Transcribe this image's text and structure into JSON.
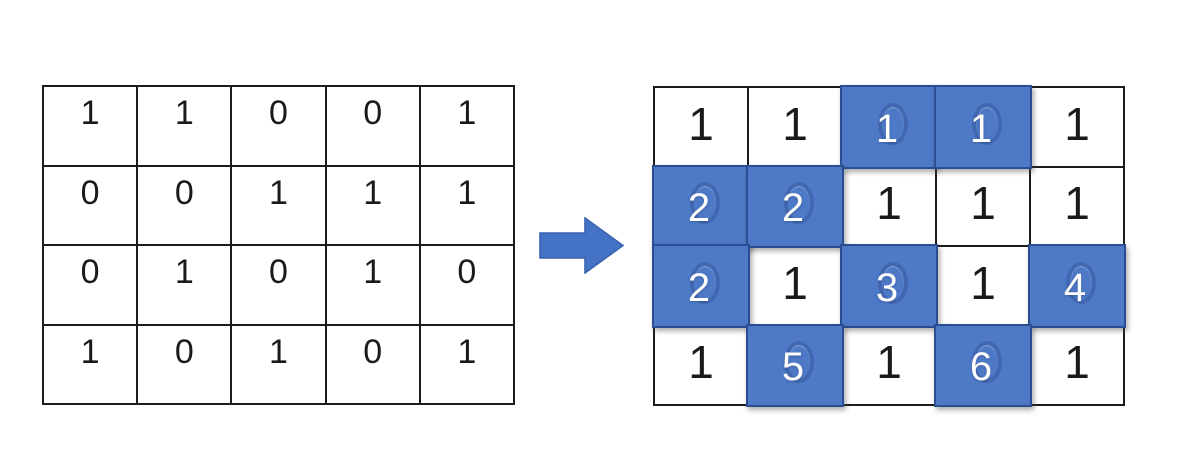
{
  "colors": {
    "grid_border": "#1c1c1c",
    "cell_background": "#ffffff",
    "digit_color": "#1a1a1a",
    "highlight_fill": "#4d79c7",
    "highlight_border": "#2b4e93",
    "highlight_text": "#ffffff",
    "arrow_fill": "#4472c4",
    "arrow_border": "#3a63ae"
  },
  "left_grid": {
    "rows": [
      [
        "1",
        "1",
        "0",
        "0",
        "1"
      ],
      [
        "0",
        "0",
        "1",
        "1",
        "1"
      ],
      [
        "0",
        "1",
        "0",
        "1",
        "0"
      ],
      [
        "1",
        "0",
        "1",
        "0",
        "1"
      ]
    ]
  },
  "arrow": {
    "icon": "right-block-arrow"
  },
  "right_grid": {
    "rows": [
      [
        {
          "value": "1",
          "highlighted": false
        },
        {
          "value": "1",
          "highlighted": false
        },
        {
          "value": "1",
          "highlighted": true
        },
        {
          "value": "1",
          "highlighted": true
        },
        {
          "value": "1",
          "highlighted": false
        }
      ],
      [
        {
          "value": "2",
          "highlighted": true
        },
        {
          "value": "2",
          "highlighted": true
        },
        {
          "value": "1",
          "highlighted": false
        },
        {
          "value": "1",
          "highlighted": false
        },
        {
          "value": "1",
          "highlighted": false
        }
      ],
      [
        {
          "value": "2",
          "highlighted": true
        },
        {
          "value": "1",
          "highlighted": false
        },
        {
          "value": "3",
          "highlighted": true
        },
        {
          "value": "1",
          "highlighted": false
        },
        {
          "value": "4",
          "highlighted": true
        }
      ],
      [
        {
          "value": "1",
          "highlighted": false
        },
        {
          "value": "5",
          "highlighted": true
        },
        {
          "value": "1",
          "highlighted": false
        },
        {
          "value": "6",
          "highlighted": true
        },
        {
          "value": "1",
          "highlighted": false
        }
      ]
    ]
  }
}
